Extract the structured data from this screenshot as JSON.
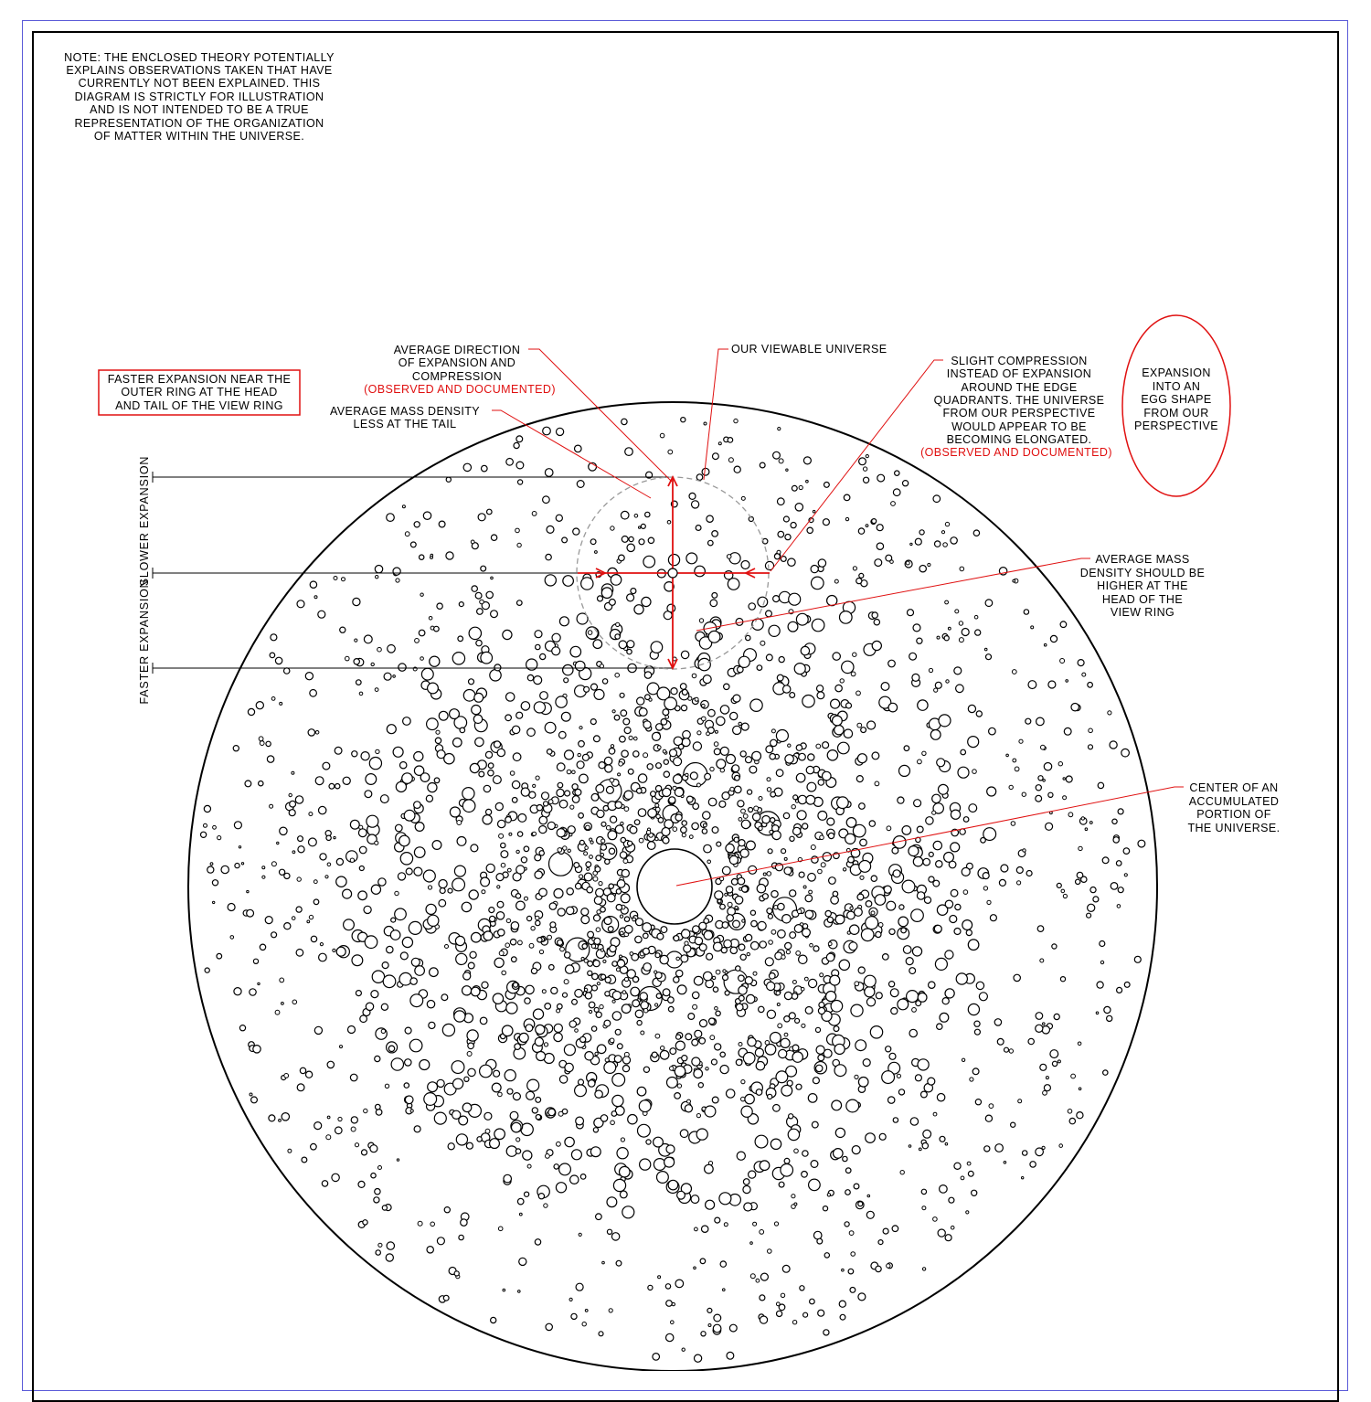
{
  "note": {
    "lines": [
      "NOTE: THE ENCLOSED THEORY POTENTIALLY",
      "EXPLAINS OBSERVATIONS TAKEN THAT HAVE",
      "CURRENTLY NOT BEEN EXPLAINED. THIS",
      "DIAGRAM IS STRICTLY FOR ILLUSTRATION",
      "AND IS NOT INTENDED TO BE A TRUE",
      "REPRESENTATION OF THE ORGANIZATION",
      "OF MATTER WITHIN THE UNIVERSE."
    ]
  },
  "faster_box": {
    "lines": [
      "FASTER EXPANSION NEAR THE",
      "OUTER RING AT THE HEAD",
      "AND TAIL OF THE VIEW RING"
    ]
  },
  "vertical_labels": {
    "slower": "SLOWER EXPANSION",
    "faster": "FASTER EXPANSION"
  },
  "avg_direction": {
    "lines": [
      "AVERAGE DIRECTION",
      "OF EXPANSION AND",
      "COMPRESSION"
    ],
    "red": "(OBSERVED AND DOCUMENTED)"
  },
  "avg_mass_tail": {
    "lines": [
      "AVERAGE MASS DENSITY",
      "LESS AT THE TAIL"
    ]
  },
  "viewable": {
    "label": "OUR VIEWABLE UNIVERSE"
  },
  "slight_compression": {
    "lines": [
      "SLIGHT COMPRESSION",
      "INSTEAD OF EXPANSION",
      "AROUND THE EDGE",
      "QUADRANTS.  THE UNIVERSE",
      "FROM OUR PERSPECTIVE",
      "WOULD APPEAR TO BE",
      "BECOMING ELONGATED."
    ],
    "red": "(OBSERVED AND DOCUMENTED)"
  },
  "egg": {
    "lines": [
      "EXPANSION",
      "INTO AN",
      "EGG SHAPE",
      "FROM OUR",
      "PERSPECTIVE"
    ]
  },
  "avg_mass_head": {
    "lines": [
      "AVERAGE MASS",
      "DENSITY SHOULD BE",
      "HIGHER AT THE",
      "HEAD OF THE",
      "VIEW RING"
    ]
  },
  "center_label": {
    "lines": [
      "CENTER OF AN",
      "ACCUMULATED",
      "PORTION OF",
      "THE UNIVERSE."
    ]
  },
  "colors": {
    "line": "#000000",
    "accent": "#e01010",
    "frame": "#5a5ad8",
    "view_ring": "#999999"
  }
}
